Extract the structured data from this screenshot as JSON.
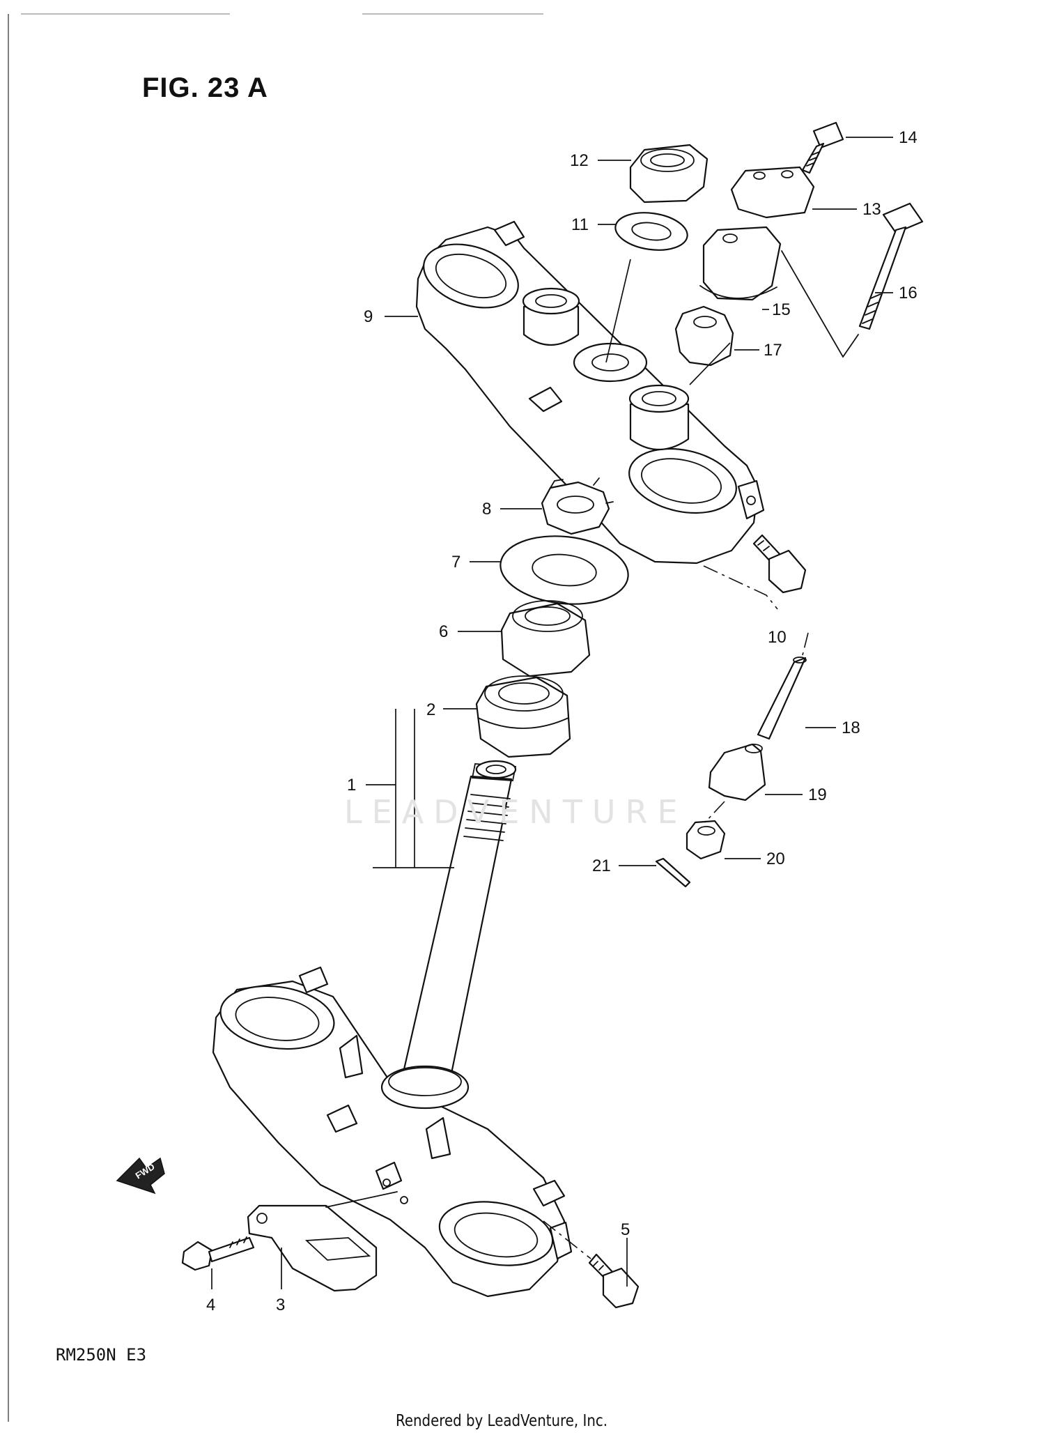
{
  "figure": {
    "title": "FIG. 23 A",
    "model": "RM250N  E3"
  },
  "footer": {
    "rendered_by": "Rendered by LeadVenture, Inc."
  },
  "watermark": {
    "text": "LEADVENTURE"
  },
  "fwd_marker": {
    "label": "FWD"
  },
  "callouts": [
    {
      "id": "1",
      "part": "steering-stem"
    },
    {
      "id": "2",
      "part": "lower-bearing"
    },
    {
      "id": "3",
      "part": "cable-guide"
    },
    {
      "id": "4",
      "part": "cable-guide-bolt"
    },
    {
      "id": "5",
      "part": "lower-bracket-clamp-bolt"
    },
    {
      "id": "6",
      "part": "upper-bearing"
    },
    {
      "id": "7",
      "part": "dust-seal"
    },
    {
      "id": "8",
      "part": "steering-stem-nut"
    },
    {
      "id": "9",
      "part": "upper-bracket"
    },
    {
      "id": "10",
      "part": "upper-bracket-clamp-bolt"
    },
    {
      "id": "11",
      "part": "washer"
    },
    {
      "id": "12",
      "part": "stem-head-nut"
    },
    {
      "id": "13",
      "part": "handlebar-clamp"
    },
    {
      "id": "14",
      "part": "handlebar-clamp-bolt"
    },
    {
      "id": "15",
      "part": "handlebar-holder"
    },
    {
      "id": "16",
      "part": "holder-bolt"
    },
    {
      "id": "17",
      "part": "cushion-upper"
    },
    {
      "id": "18",
      "part": "collar"
    },
    {
      "id": "19",
      "part": "cushion-lower"
    },
    {
      "id": "20",
      "part": "nut"
    },
    {
      "id": "21",
      "part": "cotter-pin"
    }
  ]
}
